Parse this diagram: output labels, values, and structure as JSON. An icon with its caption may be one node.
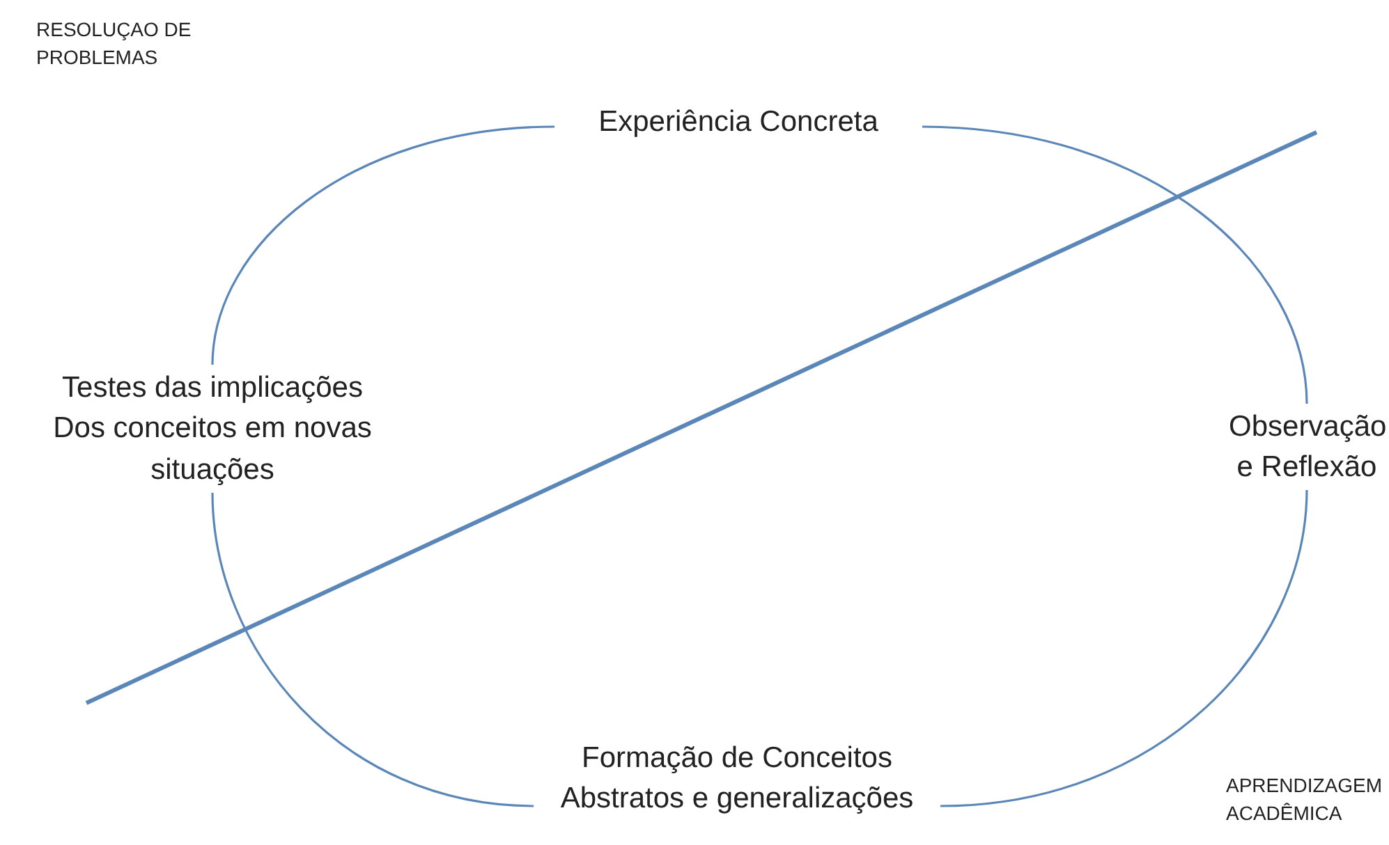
{
  "diagram": {
    "nodes": [
      {
        "text": [
          "Experiência Concreta"
        ]
      },
      {
        "text": [
          "Observação e Reflexão"
        ]
      },
      {
        "text": [
          "Formação de Conceitos Abstratos e generalizações"
        ]
      },
      {
        "text": [
          "Testes das implicações Dos conceitos em novas situações"
        ]
      }
    ],
    "edges": [
      {
        "from": 0,
        "to": 1,
        "arrow": "none"
      },
      {
        "from": 1,
        "to": 2,
        "arrow": "none"
      },
      {
        "from": 2,
        "to": 3,
        "arrow": "none"
      },
      {
        "from": 3,
        "to": 0,
        "arrow": "none"
      }
    ],
    "labels": [
      "RESOLUÇAO DE PROBLEMAS",
      "APRENDIZAGEM ACADÊMICA"
    ]
  }
}
